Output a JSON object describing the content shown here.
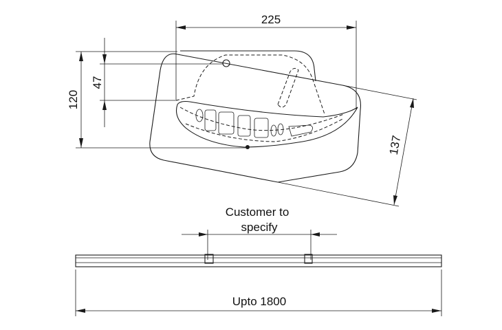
{
  "drawing": {
    "dimensions": {
      "width_top": "225",
      "height_left": "120",
      "height_inner": "47",
      "diagonal": "137",
      "customer_note_line1": "Customer to",
      "customer_note_line2": "specify",
      "length": "Upto 1800"
    },
    "colors": {
      "line": "#1a1a1a",
      "background": "#ffffff"
    }
  }
}
